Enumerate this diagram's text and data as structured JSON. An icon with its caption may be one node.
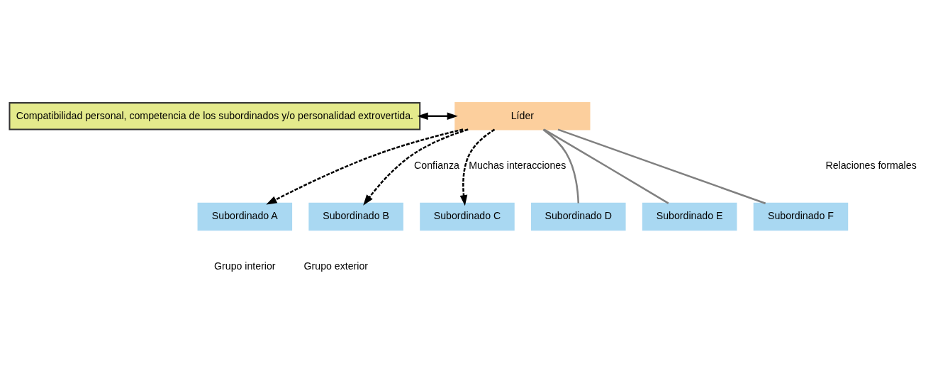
{
  "diagram": {
    "nodes": [
      {
        "text": [
          "Compatibilidad personal, competencia de los subordinados y/o personalidad extrovertida."
        ]
      },
      {
        "text": [
          "Líder"
        ]
      },
      {
        "text": [
          "Subordinado A"
        ]
      },
      {
        "text": [
          "Subordinado B"
        ]
      },
      {
        "text": [
          "Subordinado C"
        ]
      },
      {
        "text": [
          "Subordinado D"
        ]
      },
      {
        "text": [
          "Subordinado E"
        ]
      },
      {
        "text": [
          "Subordinado F"
        ]
      }
    ],
    "edges": [
      {
        "from": 0,
        "to": 1,
        "arrow": "both"
      },
      {
        "from": 1,
        "to": 2,
        "arrow": "to",
        "style": "dashed"
      },
      {
        "from": 1,
        "to": 3,
        "arrow": "to",
        "style": "dashed",
        "label": "Confianza"
      },
      {
        "from": 1,
        "to": 4,
        "arrow": "to",
        "style": "dashed",
        "label": "Muchas interacciones"
      },
      {
        "from": 1,
        "to": 5,
        "arrow": "none",
        "color": "#808080"
      },
      {
        "from": 1,
        "to": 6,
        "arrow": "none",
        "color": "#808080"
      },
      {
        "from": 1,
        "to": 7,
        "arrow": "none",
        "color": "#808080"
      }
    ],
    "labels": [
      "Relaciones formales",
      "Grupo interior",
      "Grupo exterior"
    ]
  }
}
